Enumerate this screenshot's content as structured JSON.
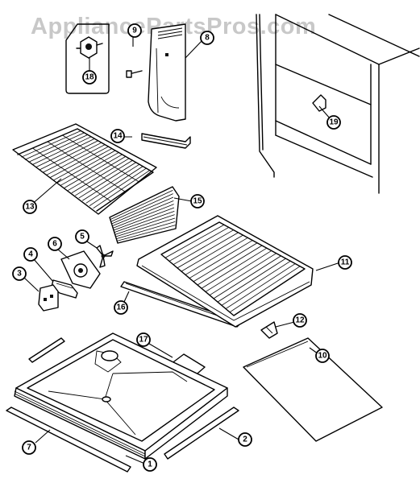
{
  "watermark": "AppliancePartsPros.com",
  "callouts": [
    "1",
    "2",
    "3",
    "4",
    "5",
    "6",
    "7",
    "8",
    "9",
    "10",
    "11",
    "12",
    "13",
    "14",
    "15",
    "16",
    "17",
    "18",
    "19"
  ]
}
